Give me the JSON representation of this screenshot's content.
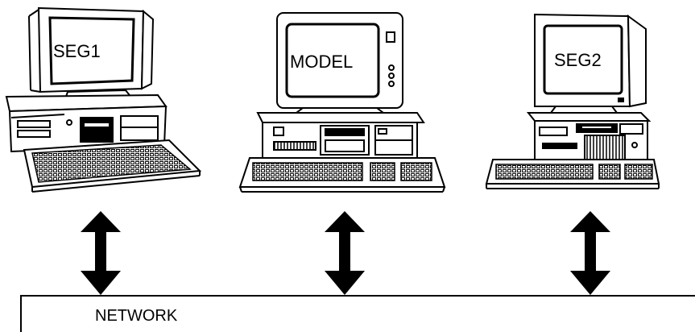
{
  "computers": [
    {
      "screen_label": "SEG1"
    },
    {
      "screen_label": "MODEL"
    },
    {
      "screen_label": "SEG2"
    }
  ],
  "network": {
    "label": "NETWORK"
  }
}
